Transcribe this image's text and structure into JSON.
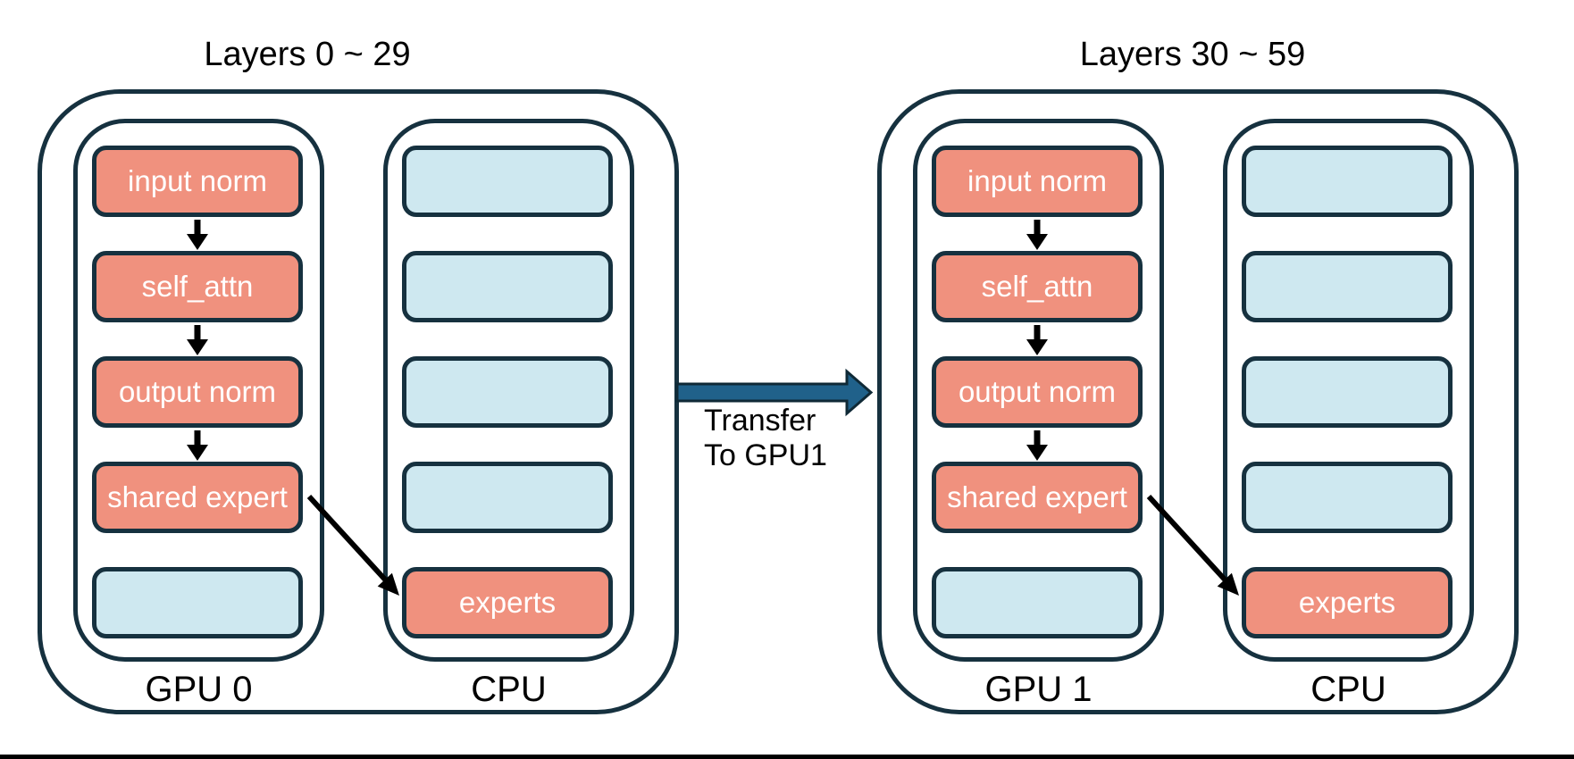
{
  "colors": {
    "navy": "#16313F",
    "salmon": "#F0917E",
    "light-blue": "#CEE8F0",
    "arrow-blue": "#20618A",
    "arrow-outline": "#0F2936",
    "flow-arrow": "#000000",
    "bottom-bar": "#000000",
    "box-text": "#FFFFFF",
    "label-text": "#000000"
  },
  "groups": [
    {
      "title": "Layers 0 ~ 29",
      "gpu_label": "GPU 0",
      "cpu_label": "CPU",
      "gpu_boxes": [
        "input norm",
        "self_attn",
        "output norm",
        "shared expert",
        ""
      ],
      "cpu_boxes": [
        "",
        "",
        "",
        "",
        "experts"
      ]
    },
    {
      "title": "Layers 30 ~ 59",
      "gpu_label": "GPU 1",
      "cpu_label": "CPU",
      "gpu_boxes": [
        "input norm",
        "self_attn",
        "output norm",
        "shared expert",
        ""
      ],
      "cpu_boxes": [
        "",
        "",
        "",
        "",
        "experts"
      ]
    }
  ],
  "transfer": {
    "line1": "Transfer",
    "line2": "To GPU1"
  }
}
